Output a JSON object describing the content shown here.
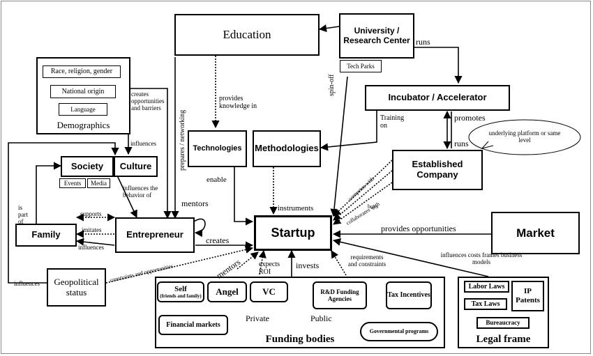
{
  "nodes": {
    "education": "Education",
    "university": "University / Research Center",
    "tech_parks": "Tech Parks",
    "incubator": "Incubator / Accelerator",
    "established": "Established Company",
    "bubble": "underlying platform or same level",
    "market": "Market",
    "technologies": "Technologies",
    "methodologies": "Methodologies",
    "startup": "Startup",
    "demographics": {
      "title": "Demographics",
      "race": "Race, religion, gender",
      "national": "National origin",
      "language": "Language"
    },
    "society": "Society",
    "culture": "Culture",
    "events": "Events",
    "media": "Media",
    "family": "Family",
    "entrepreneur": "Entrepreneur",
    "geopolitical": "Geopolitical status",
    "funding": {
      "title": "Funding bodies",
      "self_main": "Self",
      "self_sub": "(friends and family)",
      "angel": "Angel",
      "vc": "VC",
      "financial": "Financial markets",
      "private": "Private",
      "public": "Public",
      "rd": "R&D Funding Agencies",
      "tax": "Tax Incentives",
      "gov": "Governmental programs"
    },
    "legal": {
      "title": "Legal frame",
      "labor": "Labor Laws",
      "ip": "IP Patents",
      "tax": "Tax Laws",
      "bureaucracy": "Bureaucracy"
    }
  },
  "edges": {
    "runs_top": "runs",
    "provides_knowledge": "provides knowledge in",
    "spin_off": "spin-off",
    "training_on": "Training on",
    "promotes": "promotes",
    "runs_mid": "runs",
    "prepares": "prepares / networking",
    "creates_opps": "creates opportunities and barriers",
    "influences_top": "influences",
    "enable": "enable",
    "instruments": "instruments",
    "competes": "competes with",
    "buys": "buys",
    "collaborates": "collaborates with",
    "influences_behavior": "influences the behavior of",
    "mentors_loop": "mentors",
    "is_part_of": "is part of",
    "supports": "supports",
    "imitates": "imitates",
    "influences_family": "influences",
    "creates": "creates",
    "provides_opps": "provides opportunities",
    "constraints_opps": "constraints and opportunities",
    "influences_left": "influences",
    "mentors_vc": "mentors",
    "expects_roi": "expects ROI",
    "invests": "invests",
    "requirements": "requirements and constraints",
    "influences_costs": "influences costs frames business models"
  }
}
